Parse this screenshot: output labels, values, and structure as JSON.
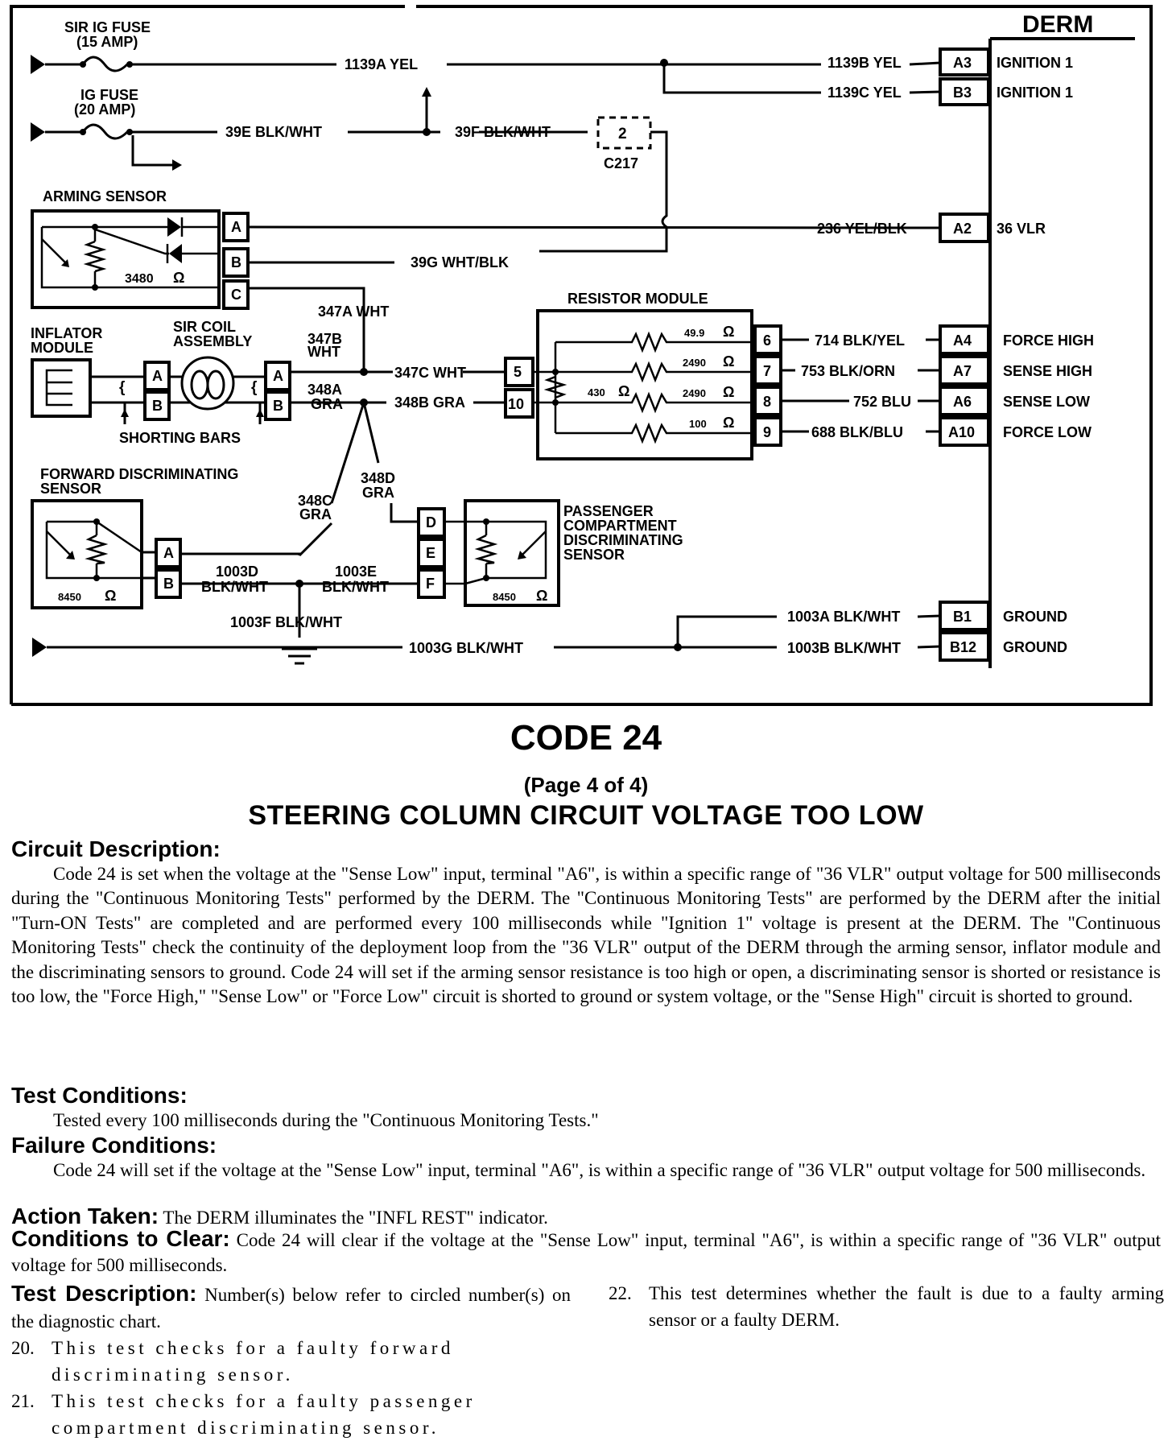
{
  "diagram": {
    "derm": {
      "title": "DERM",
      "pins": [
        {
          "pin": "A3",
          "label": "IGNITION 1",
          "wire": "1139B YEL"
        },
        {
          "pin": "B3",
          "label": "IGNITION 1",
          "wire": "1139C YEL"
        },
        {
          "pin": "A2",
          "label": "36 VLR",
          "wire": "236 YEL/BLK"
        },
        {
          "pin": "A4",
          "label": "FORCE HIGH",
          "wire": "714 BLK/YEL"
        },
        {
          "pin": "A7",
          "label": "SENSE HIGH",
          "wire": "753 BLK/ORN"
        },
        {
          "pin": "A6",
          "label": "SENSE LOW",
          "wire": "752 BLU"
        },
        {
          "pin": "A10",
          "label": "FORCE LOW",
          "wire": "688 BLK/BLU"
        },
        {
          "pin": "B1",
          "label": "GROUND",
          "wire": "1003A BLK/WHT"
        },
        {
          "pin": "B12",
          "label": "GROUND",
          "wire": "1003B BLK/WHT"
        }
      ]
    },
    "fuses": {
      "sir_line1": "SIR IG FUSE",
      "sir_line2": "(15 AMP)",
      "ig_line1": "IG FUSE",
      "ig_line2": "(20 AMP)"
    },
    "wires": {
      "w1139a": "1139A YEL",
      "w39e": "39E BLK/WHT",
      "w39f": "39F BLK/WHT",
      "w39g": "39G WHT/BLK",
      "w347a": "347A WHT",
      "w347b_1": "347B",
      "w347b_2": "WHT",
      "w347c": "347C WHT",
      "w348a_1": "348A",
      "w348a_2": "GRA",
      "w348b": "348B GRA",
      "w348c_1": "348C",
      "w348c_2": "GRA",
      "w348d_1": "348D",
      "w348d_2": "GRA",
      "w1003d_1": "1003D",
      "w1003d_2": "BLK/WHT",
      "w1003e_1": "1003E",
      "w1003e_2": "BLK/WHT",
      "w1003f": "1003F BLK/WHT",
      "w1003g": "1003G BLK/WHT"
    },
    "connector_c217": {
      "cavity": "2",
      "name": "C217"
    },
    "arming_sensor": {
      "title": "ARMING SENSOR",
      "resistance": "3480",
      "ohm": "Ω",
      "pins": [
        "A",
        "B",
        "C"
      ]
    },
    "inflator_module": {
      "line1": "INFLATOR",
      "line2": "MODULE"
    },
    "sir_coil": {
      "line1": "SIR COIL",
      "line2": "ASSEMBLY",
      "pins_left": [
        "A",
        "B"
      ],
      "pins_right": [
        "A",
        "B"
      ]
    },
    "shorting_bars": "SHORTING BARS",
    "resistor_module": {
      "title": "RESISTOR MODULE",
      "center_resistance": "430",
      "resistors": [
        "49.9",
        "2490",
        "2490",
        "100"
      ],
      "ohm": "Ω",
      "input_pins": [
        "5",
        "10"
      ],
      "output_pins": [
        "6",
        "7",
        "8",
        "9"
      ]
    },
    "forward_sensor": {
      "line1": "FORWARD DISCRIMINATING",
      "line2": "SENSOR",
      "resistance": "8450",
      "pins": [
        "A",
        "B"
      ]
    },
    "passenger_sensor": {
      "line1": "PASSENGER",
      "line2": "COMPARTMENT",
      "line3": "DISCRIMINATING",
      "line4": "SENSOR",
      "resistance": "8450",
      "pins": [
        "D",
        "E",
        "F"
      ]
    }
  },
  "title": "CODE 24",
  "page_indicator": "(Page 4 of 4)",
  "subtitle": "STEERING COLUMN CIRCUIT VOLTAGE TOO LOW",
  "sections": {
    "circuit_description": {
      "heading": "Circuit Description:",
      "text": "Code 24 is set when the voltage at the \"Sense Low\" input, terminal \"A6\", is within a specific range of \"36 VLR\" output voltage for 500 milliseconds during the \"Continuous Monitoring Tests\" performed by the DERM. The \"Continuous Monitoring Tests\" are performed by the DERM after the initial \"Turn-ON Tests\" are completed and are performed every 100 milliseconds while \"Ignition 1\" voltage is present at the DERM. The \"Continuous Monitoring Tests\" check the continuity of the deployment loop from the \"36 VLR\" output of the DERM through the arming sensor, inflator module and the discriminating sensors to ground. Code 24 will set if the arming sensor resistance is too high or open, a discriminating sensor is shorted or resistance is too low, the \"Force High,\" \"Sense Low\" or \"Force Low\" circuit is shorted to ground or system voltage, or the \"Sense High\" circuit is shorted to ground."
    },
    "test_conditions": {
      "heading": "Test Conditions:",
      "text": "Tested every 100 milliseconds during the \"Continuous Monitoring Tests.\""
    },
    "failure_conditions": {
      "heading": "Failure Conditions:",
      "text": "Code 24 will set if the voltage at the \"Sense Low\" input, terminal \"A6\", is within a specific range of \"36 VLR\" output voltage for 500 milliseconds."
    },
    "action_taken": {
      "heading": "Action Taken:",
      "text": "The DERM illuminates the \"INFL REST\" indicator."
    },
    "conditions_to_clear": {
      "heading": "Conditions to Clear:",
      "text": "Code 24 will clear if the voltage at the \"Sense Low\" input, terminal \"A6\", is within a specific range of \"36 VLR\" output voltage for 500 milliseconds."
    },
    "test_description": {
      "heading": "Test Description:",
      "intro": "Number(s) below refer to circled number(s) on the diagnostic chart.",
      "items": [
        {
          "num": "20.",
          "text": "This test checks for a faulty forward discriminating sensor."
        },
        {
          "num": "21.",
          "text": "This test checks for a faulty passenger compartment discriminating sensor."
        },
        {
          "num": "22.",
          "text": "This test determines whether the fault is due to a faulty arming sensor or a faulty DERM."
        }
      ]
    }
  }
}
